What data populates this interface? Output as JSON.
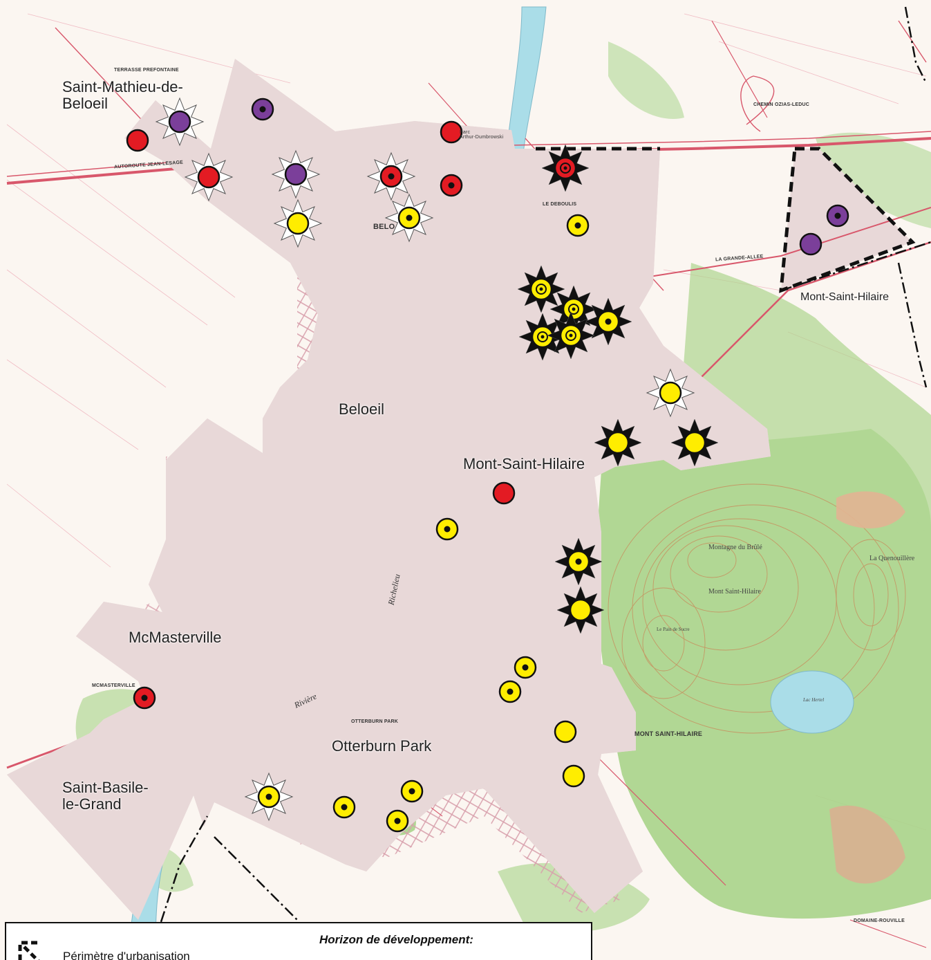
{
  "map": {
    "municipalities": [
      {
        "id": "saint-mathieu",
        "name": "Saint-Mathieu-de-\nBeloeil"
      },
      {
        "id": "beloeil",
        "name": "Beloeil"
      },
      {
        "id": "mont-saint-hilaire-center",
        "name": "Mont-Saint-Hilaire"
      },
      {
        "id": "mont-saint-hilaire-east",
        "name": "Mont-Saint-Hilaire"
      },
      {
        "id": "mcmasterville",
        "name": "McMasterville"
      },
      {
        "id": "otterburn-park",
        "name": "Otterburn Park"
      },
      {
        "id": "saint-basile",
        "name": "Saint-Basile-\nle-Grand"
      }
    ],
    "place_labels": {
      "terrasse": "TERRASSE PREFONTAINE",
      "beloeil_small": "BELO",
      "le_deboulis": "LE DEBOULIS",
      "mcmasterville_small": "MCMASTERVILLE",
      "otterburn_small": "OTTERBURN PARK",
      "mont_sh_small": "MONT SAINT-HILAIRE",
      "autoroute": "AUTOROUTE JEAN-LESAGE",
      "domaine_rouville": "DOMAINE-ROUVILLE",
      "la_grande_allee": "LA GRANDE-ALLEE",
      "chemin_ozias": "CHEMIN OZIAS-LEDUC",
      "parc_arthur": "Parc\nArthur-Dumbrowski"
    },
    "relief_labels": {
      "brule": "Montagne du Brûlé",
      "mont_sh_peak": "Mont Saint-Hilaire",
      "quenouillere": "La Quenouillère",
      "pain_sucre": "Le Pain de Sucre",
      "lac_hertel": "Lac Hertel"
    },
    "river_labels": {
      "richelieu": "Richelieu",
      "riviere": "Rivière"
    },
    "colors": {
      "red": "#e31b23",
      "yellow": "#ffed00",
      "purple": "#7b3f9a",
      "urban_fill": "#e8d8d8",
      "river": "#aadde8",
      "forest": "#a9d48a",
      "road": "#d8576b",
      "boundary": "#111111"
    }
  },
  "legend": {
    "title": "Horizon de développement:",
    "perimeter_label": "Périmètre d'urbanisation"
  }
}
